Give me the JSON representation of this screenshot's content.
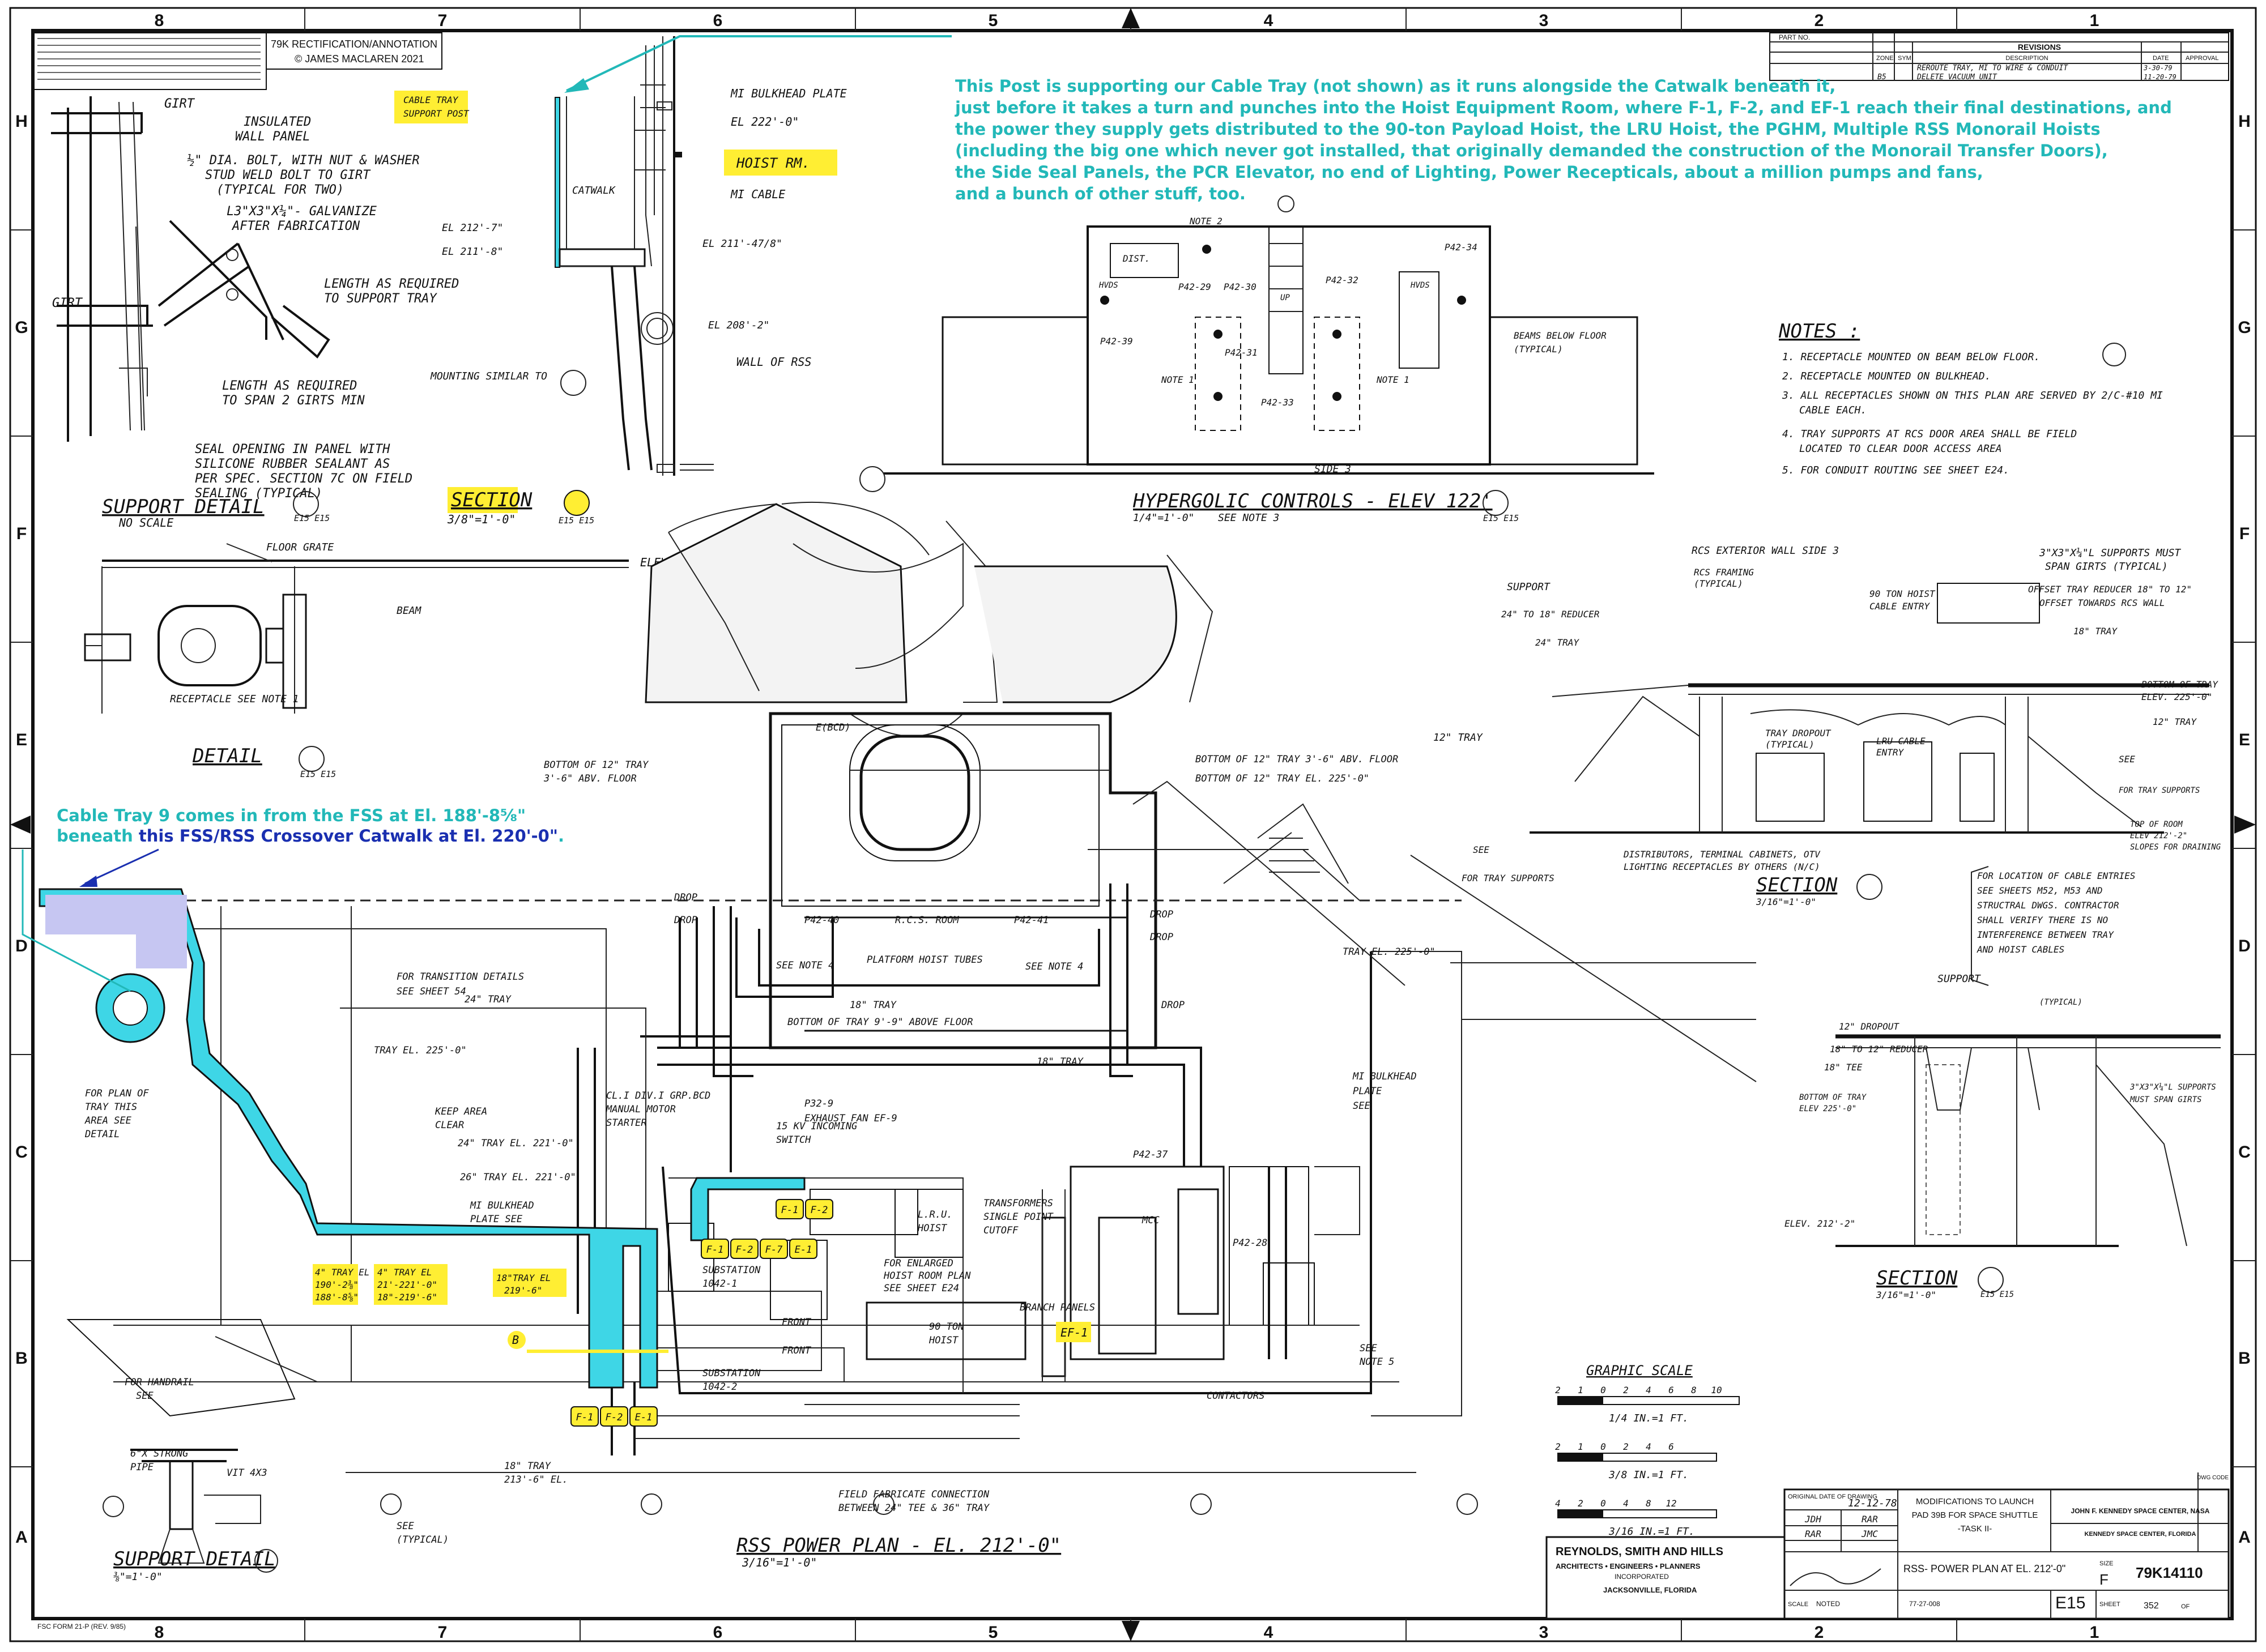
{
  "sheet": {
    "border_columns": [
      "8",
      "7",
      "6",
      "5",
      "4",
      "3",
      "2",
      "1"
    ],
    "border_rows": [
      "H",
      "G",
      "F",
      "E",
      "D",
      "C",
      "B",
      "A"
    ]
  },
  "stamp": {
    "title": "79K RECTIFICATION/ANNOTATION",
    "author": "© JAMES MACLAREN 2021"
  },
  "annotations": {
    "post_note": [
      "This Post is supporting our Cable Tray (not shown) as it runs alongside the Catwalk beneath it,",
      "just before it takes a turn and punches into the Hoist Equipment Room, where F-1, F-2, and EF-1 reach their final destinations, and",
      "the power they supply gets distributed to the 90-ton Payload Hoist, the LRU Hoist, the PGHM, Multiple RSS Monorail Hoists",
      "(including the big one which never got installed, that originally demanded the construction of the Monorail Transfer Doors),",
      "the Side Seal Panels, the PCR Elevator, no end of Lighting, Power Recepticals, about a million pumps and fans,",
      "and a bunch of other stuff, too."
    ],
    "tray9_line1": "Cable Tray 9 comes in from the FSS at El. 188'-8⅝\"",
    "tray9_line2_a": "beneath ",
    "tray9_line2_b": "this FSS/RSS Crossover Catwalk at El. 220'-0\"",
    "tray9_line2_c": "."
  },
  "highlights": {
    "cable_tray_support_post": [
      "CABLE TRAY",
      "SUPPORT POST"
    ],
    "hoist_rm": "HOIST RM.",
    "tags_top": [
      "F-1",
      "F-2"
    ],
    "tags_mid": [
      "F-1",
      "F-2",
      "F-7",
      "E-1"
    ],
    "tags_bottom": [
      "F-1",
      "F-2",
      "E-1"
    ],
    "ef1": "EF-1",
    "tray_el_1": [
      "4\" TRAY EL",
      "190'-2⅜\"",
      "188'-8⅝\""
    ],
    "tray_el_2": [
      "4\" TRAY EL",
      "21'-221'-0\"",
      "18\"-219'-6\""
    ],
    "tray_el_3": [
      "18\"TRAY EL",
      "219'-6\""
    ],
    "section_b": "SECTION",
    "b_marker": "B"
  },
  "support_detail_top": {
    "labels": [
      "GIRT",
      "INSULATED",
      "WALL PANEL",
      "½\" DIA. BOLT, WITH NUT & WASHER",
      "STUD WELD BOLT TO GIRT",
      "(TYPICAL FOR TWO)",
      "L3\"X3\"X¼\"- GALVANIZE",
      "AFTER FABRICATION",
      "LENGTH AS REQUIRED",
      "TO SUPPORT TRAY",
      "GIRT",
      "LENGTH AS REQUIRED",
      "TO SPAN 2 GIRTS MIN",
      "SEAL OPENING IN PANEL WITH",
      "SILICONE RUBBER SEALANT AS",
      "PER SPEC. SECTION 7C ON FIELD",
      "SEALING (TYPICAL)"
    ],
    "title": "SUPPORT DETAIL",
    "scale": "NO SCALE",
    "ref": "E15 E15"
  },
  "section_b_view": {
    "labels": [
      "MI BULKHEAD PLATE",
      "EL 222'-0\"",
      "CATWALK",
      "MI CABLE",
      "EL 212'-7\"",
      "EL 211'-8\"",
      "EL 211'-47/8\"",
      "EL 208'-2\"",
      "WALL OF RSS",
      "MOUNTING SIMILAR TO"
    ],
    "scale": "3/8\"=1'-0\"",
    "ref": "E15 E15"
  },
  "detail_d": {
    "labels": [
      "FLOOR GRATE",
      "ELEV. 122'-0\"",
      "BEAM",
      "RECEPTACLE SEE NOTE 1"
    ],
    "title": "DETAIL",
    "ref": "E15 E15"
  },
  "hypergolic": {
    "labels": [
      "NOTE 2",
      "DIST.",
      "P42-29",
      "P42-30",
      "P42-32",
      "P42-34",
      "HVDS",
      "HVDS",
      "P42-39",
      "P42-31",
      "NOTE 1",
      "NOTE 1",
      "P42-33",
      "BEAMS BELOW FLOOR",
      "(TYPICAL)",
      "UP",
      "SIDE 3"
    ],
    "title": "HYPERGOLIC CONTROLS - ELEV 122'",
    "scale": "1/4\"=1'-0\"",
    "see": "SEE NOTE 3",
    "ref": "E15 E15"
  },
  "notes": {
    "title": "NOTES :",
    "items": [
      "1. RECEPTACLE MOUNTED ON BEAM BELOW FLOOR.",
      "2. RECEPTACLE MOUNTED ON BULKHEAD.",
      "3. ALL RECEPTACLES SHOWN ON THIS PLAN ARE SERVED BY 2/C-#10 MI",
      "CABLE EACH.",
      "4. TRAY SUPPORTS AT RCS DOOR AREA SHALL BE FIELD",
      "LOCATED TO CLEAR DOOR ACCESS AREA",
      "5. FOR CONDUIT ROUTING SEE SHEET E24."
    ]
  },
  "section_a": {
    "labels": [
      "RCS EXTERIOR WALL SIDE 3",
      "3\"X3\"X¼\"L SUPPORTS MUST",
      "SPAN GIRTS (TYPICAL)",
      "SUPPORT",
      "RCS FRAMING",
      "(TYPICAL)",
      "OFFSET TRAY REDUCER 18\" TO 12\"",
      "OFFSET TOWARDS RCS WALL",
      "24\" TO 18\" REDUCER",
      "90 TON HOIST",
      "CABLE ENTRY",
      "18\" TRAY",
      "24\" TRAY",
      "BOTTOM OF TRAY",
      "ELEV. 225'-0\"",
      "12\" TRAY",
      "12\" TRAY",
      "TRAY DROPOUT",
      "(TYPICAL)",
      "LRU CABLE",
      "ENTRY",
      "SEE",
      "FOR TRAY SUPPORTS",
      "TOP OF ROOM",
      "ELEV 212'-2\"",
      "SLOPES FOR DRAINING",
      "SEE",
      "FOR TRAY SUPPORTS",
      "DISTRIBUTORS, TERMINAL CABINETS, OTV",
      "LIGHTING RECEPTACLES BY OTHERS (N/C)"
    ],
    "scale": "3/16\"=1'-0\"",
    "cable_note": [
      "FOR LOCATION OF CABLE ENTRIES",
      "SEE SHEETS M52, M53 AND",
      "STRUCTRAL DWGS. CONTRACTOR",
      "SHALL VERIFY THERE IS NO",
      "INTERFERENCE BETWEEN TRAY",
      "AND HOIST CABLES"
    ]
  },
  "section_c": {
    "labels": [
      "SUPPORT",
      "(TYPICAL)",
      "12\" DROPOUT",
      "18\" TO 12\" REDUCER",
      "18\" TEE",
      "BOTTOM OF TRAY",
      "ELEV 225'-0\"",
      "3\"X3\"X¼\"L SUPPORTS",
      "MUST SPAN GIRTS",
      "ELEV. 212'-2\""
    ],
    "scale": "3/16\"=1'-0\"",
    "ref": "E15 E15"
  },
  "plan": {
    "labels": [
      "BOTTOM OF 12\" TRAY",
      "3'-6\" ABV. FLOOR",
      "BOTTOM OF 12\" TRAY 3'-6\" ABV. FLOOR",
      "BOTTOM OF 12\" TRAY EL. 225'-0\"",
      "E(BCD)",
      "DROP",
      "DROP",
      "P42-40",
      "R.C.S. ROOM",
      "P42-41",
      "DROP",
      "DROP",
      "TRAY EL. 225'-0\"",
      "SEE NOTE 4",
      "PLATFORM HOIST TUBES",
      "SEE NOTE 4",
      "18\" TRAY",
      "BOTTOM OF TRAY 9'-9\" ABOVE FLOOR",
      "DROP",
      "18\" TRAY",
      "FOR TRANSITION DETAILS",
      "SEE SHEET 54",
      "24\" TRAY",
      "TRAY EL. 225'-0\"",
      "KEEP AREA",
      "CLEAR",
      "CL.I DIV.I GRP.BCD",
      "MANUAL MOTOR",
      "STARTER",
      "P32-9",
      "EXHAUST FAN EF-9",
      "15 KV INCOMING",
      "SWITCH",
      "P42-37",
      "MI BULKHEAD",
      "PLATE",
      "SEE",
      "24\" TRAY EL. 221'-0\"",
      "26\" TRAY EL. 221'-0\"",
      "MI BULKHEAD",
      "PLATE SEE",
      "L.R.U.",
      "HOIST",
      "FOR ENLARGED",
      "HOIST ROOM PLAN",
      "SEE SHEET E24",
      "TRANSFORMERS",
      "SINGLE POINT",
      "CUTOFF",
      "MCC",
      "P42-28",
      "SUBSTATION",
      "1042-1",
      "FRONT",
      "90 TON",
      "HOIST",
      "BRANCH PANELS",
      "FRONT",
      "SUBSTATION",
      "1042-2",
      "CONTACTORS",
      "SEE",
      "NOTE 5",
      "FOR PLAN OF",
      "TRAY THIS",
      "AREA SEE",
      "DETAIL",
      "FOR HANDRAIL",
      "SEE",
      "6\"X STRONG",
      "PIPE",
      "VIT 4X3",
      "18\" TRAY",
      "213'-6\" EL.",
      "SEE",
      "(TYPICAL)",
      "FIELD FABRICATE CONNECTION",
      "BETWEEN 24\" TEE & 36\" TRAY"
    ],
    "title": "RSS POWER PLAN - EL. 212'-0\"",
    "scale": "3/16\"=1'-0\"",
    "support_detail": "SUPPORT DETAIL",
    "support_scale": "⅜\"=1'-0\""
  },
  "graphic_scale": {
    "title": "GRAPHIC SCALE",
    "rows": [
      {
        "ticks": [
          "2",
          "1",
          "0",
          "2",
          "4",
          "6",
          "8",
          "10"
        ],
        "label": "1/4 IN.=1 FT."
      },
      {
        "ticks": [
          "2",
          "1",
          "0",
          "2",
          "4",
          "6"
        ],
        "label": "3/8 IN.=1 FT."
      },
      {
        "ticks": [
          "4",
          "2",
          "0",
          "4",
          "8",
          "12"
        ],
        "label": "3/16 IN.=1 FT."
      }
    ]
  },
  "revisions": {
    "part_no": "PART NO.",
    "title": "REVISIONS",
    "headers": [
      "ZONE",
      "SYM",
      "DESCRIPTION",
      "DATE",
      "APPROVAL"
    ],
    "rows": [
      [
        "",
        "",
        "REROUTE TRAY, MI TO WIRE & CONDUIT",
        "3-30-79",
        ""
      ],
      [
        "B5",
        "",
        "DELETE VACUUM UNIT",
        "11-20-79",
        ""
      ]
    ]
  },
  "title_block": {
    "original_date_label": "ORIGINAL DATE OF DRAWING",
    "original_date": "12-12-78",
    "drawn_by": "JDH",
    "checked_by": "RAR",
    "designed_by": "RAR",
    "approved_by": "JMC",
    "project": [
      "MODIFICATIONS TO LAUNCH",
      "PAD 39B FOR SPACE SHUTTLE",
      "-TASK II-"
    ],
    "agency": "JOHN F. KENNEDY SPACE CENTER, NASA",
    "agency2": "KENNEDY SPACE CENTER, FLORIDA",
    "drawing_title": "RSS- POWER PLAN AT EL. 212'-0\"",
    "firm": [
      "REYNOLDS, SMITH AND HILLS",
      "ARCHITECTS • ENGINEERS • PLANNERS",
      "INCORPORATED",
      "JACKSONVILLE, FLORIDA"
    ],
    "size_label": "SIZE",
    "size": "F",
    "sheet_id": "E15",
    "dwg_no": "79K14110",
    "scale_label": "SCALE",
    "scale": "NOTED",
    "ref": "77-27-008",
    "sheet_label": "SHEET",
    "sheet": "352",
    "of": "OF",
    "code": "DWG CODE",
    "form": "FSC FORM 21-P (REV. 9/85)"
  }
}
